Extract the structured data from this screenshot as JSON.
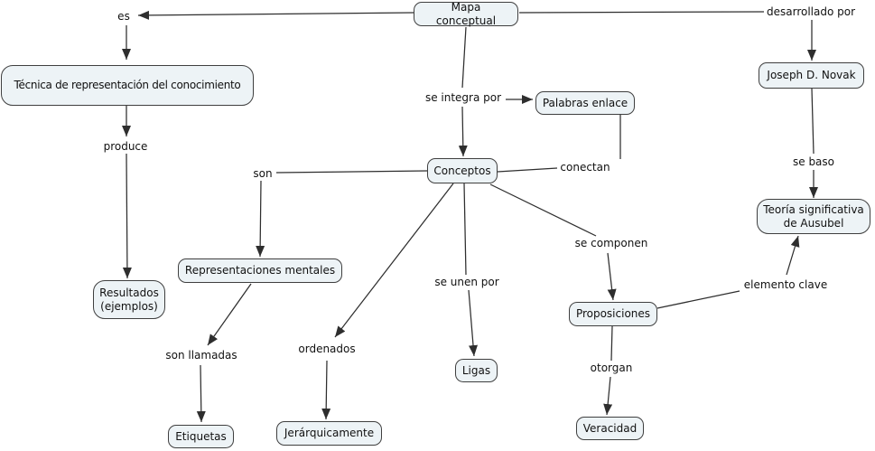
{
  "colors": {
    "canvas_bg": "#ffffff",
    "node_fill": "#edf3f6",
    "node_border": "#3f3f3f",
    "line_color": "#2e2e2e",
    "text_color": "#111111"
  },
  "nodes": {
    "mapa_conceptual": "Mapa conceptual",
    "tecnica": "Técnica de representación del conocimiento",
    "resultados": "Resultados\n(ejemplos)",
    "representaciones": "Representaciones mentales",
    "etiquetas": "Etiquetas",
    "jerarquicamente": "Jerárquicamente",
    "conceptos": "Conceptos",
    "palabras_enlace": "Palabras enlace",
    "ligas": "Ligas",
    "proposiciones": "Proposiciones",
    "veracidad": "Veracidad",
    "joseph_novak": "Joseph D. Novak",
    "teoria": "Teoría significativa\nde Ausubel"
  },
  "links": {
    "es": "es",
    "produce": "produce",
    "son": "son",
    "se_integra_por": "se integra por",
    "conectan": "conectan",
    "desarrollado_por": "desarrollado por",
    "se_baso": "se baso",
    "son_llamadas": "son llamadas",
    "ordenados": "ordenados",
    "se_unen_por": "se unen por",
    "se_componen": "se componen",
    "otorgan": "otorgan",
    "elemento_clave": "elemento clave"
  },
  "edges": [
    {
      "from": "Mapa conceptual",
      "link": "es",
      "to": "Técnica de representación del conocimiento"
    },
    {
      "from": "Técnica de representación del conocimiento",
      "link": "produce",
      "to": "Resultados (ejemplos)"
    },
    {
      "from": "Conceptos",
      "link": "son",
      "to": "Representaciones mentales"
    },
    {
      "from": "Representaciones mentales",
      "link": "son llamadas",
      "to": "Etiquetas"
    },
    {
      "from": "Conceptos",
      "link": "ordenados",
      "to": "Jerárquicamente"
    },
    {
      "from": "Mapa conceptual",
      "link": "se integra por",
      "to": "Palabras enlace"
    },
    {
      "from": "Mapa conceptual",
      "link": "se integra por",
      "to": "Conceptos"
    },
    {
      "from": "Palabras enlace",
      "link": "conectan",
      "to": "Conceptos"
    },
    {
      "from": "Conceptos",
      "link": "se unen por",
      "to": "Ligas"
    },
    {
      "from": "Conceptos",
      "link": "se componen",
      "to": "Proposiciones"
    },
    {
      "from": "Proposiciones",
      "link": "otorgan",
      "to": "Veracidad"
    },
    {
      "from": "Proposiciones",
      "link": "elemento clave",
      "to": "Teoría significativa de Ausubel"
    },
    {
      "from": "Mapa conceptual",
      "link": "desarrollado por",
      "to": "Joseph D. Novak"
    },
    {
      "from": "Joseph D. Novak",
      "link": "se baso",
      "to": "Teoría significativa de Ausubel"
    }
  ]
}
